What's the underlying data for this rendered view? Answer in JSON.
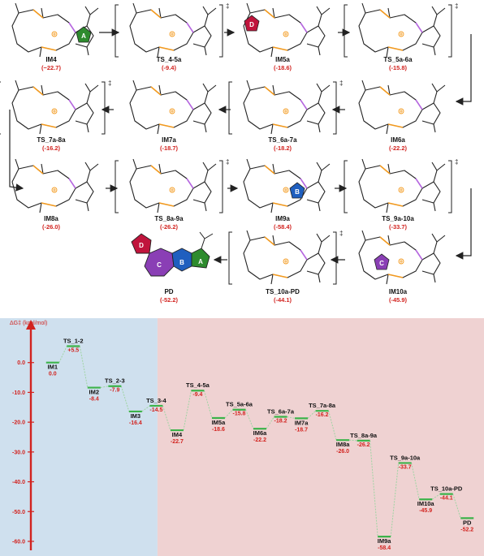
{
  "scheme": {
    "structures": [
      {
        "label": "IM4",
        "energy": "(−22.7)",
        "ts": false
      },
      {
        "label": "TS_4-5a",
        "energy": "(-9.4)",
        "ts": true
      },
      {
        "label": "IM5a",
        "energy": "(-18.6)",
        "ts": false
      },
      {
        "label": "TS_5a-6a",
        "energy": "(-15.8)",
        "ts": true
      },
      {
        "label": "IM6a",
        "energy": "(-22.2)",
        "ts": false
      },
      {
        "label": "TS_6a-7a",
        "energy": "(-18.2)",
        "ts": true
      },
      {
        "label": "IM7a",
        "energy": "(-18.7)",
        "ts": false
      },
      {
        "label": "TS_7a-8a",
        "energy": "(-16.2)",
        "ts": true
      },
      {
        "label": "IM8a",
        "energy": "(-26.0)",
        "ts": false
      },
      {
        "label": "TS_8a-9a",
        "energy": "(-26.2)",
        "ts": true
      },
      {
        "label": "IM9a",
        "energy": "(-58.4)",
        "ts": false
      },
      {
        "label": "TS_9a-10a",
        "energy": "(-33.7)",
        "ts": true
      },
      {
        "label": "IM10a",
        "energy": "(-45.9)",
        "ts": false
      },
      {
        "label": "TS_10a-PD",
        "energy": "(-44.1)",
        "ts": true
      },
      {
        "label": "PD",
        "energy": "(-52.2)",
        "ts": false
      }
    ],
    "ring_labels": {
      "a": "A",
      "b": "B",
      "c": "C",
      "d": "D"
    },
    "ts_mark": "‡",
    "colors": {
      "ring_a": "#2e8b2e",
      "ring_b": "#1f5fbf",
      "ring_c": "#8a3fb5",
      "ring_d": "#c0143c",
      "orange": "#f39a1e",
      "violet": "#b667e0"
    }
  },
  "chart_data": {
    "type": "energy-profile",
    "ylabel": "ΔG‡ (kcal/mol)",
    "yticks": [
      "0.0",
      "-10.0",
      "-20.0",
      "-30.0",
      "-40.0",
      "-50.0",
      "-60.0"
    ],
    "ylim": [
      -63,
      10
    ],
    "regions": [
      {
        "from": "IM1",
        "to": "IM4",
        "color": "#cfe0ee"
      },
      {
        "from": "IM4",
        "to": "PD",
        "color": "#efd2d2"
      }
    ],
    "line_color": "#9fd4a3",
    "level_color": "#3cb34a",
    "species": [
      {
        "name": "IM1",
        "value": 0.0,
        "label": "0.0"
      },
      {
        "name": "TS_1-2",
        "value": 5.5,
        "label": "+5.5"
      },
      {
        "name": "IM2",
        "value": -8.4,
        "label": "-8.4"
      },
      {
        "name": "TS_2-3",
        "value": -7.9,
        "label": "-7.9"
      },
      {
        "name": "IM3",
        "value": -16.4,
        "label": "-16.4"
      },
      {
        "name": "TS_3-4",
        "value": -14.5,
        "label": "-14.5"
      },
      {
        "name": "IM4",
        "value": -22.7,
        "label": "-22.7"
      },
      {
        "name": "TS_4-5a",
        "value": -9.4,
        "label": "-9.4"
      },
      {
        "name": "IM5a",
        "value": -18.6,
        "label": "-18.6"
      },
      {
        "name": "TS_5a-6a",
        "value": -15.8,
        "label": "-15.8"
      },
      {
        "name": "IM6a",
        "value": -22.2,
        "label": "-22.2"
      },
      {
        "name": "TS_6a-7a",
        "value": -18.2,
        "label": "-18.2"
      },
      {
        "name": "IM7a",
        "value": -18.7,
        "label": "-18.7"
      },
      {
        "name": "TS_7a-8a",
        "value": -16.2,
        "label": "-16.2"
      },
      {
        "name": "IM8a",
        "value": -26.0,
        "label": "-26.0"
      },
      {
        "name": "TS_8a-9a",
        "value": -26.2,
        "label": "-26.2"
      },
      {
        "name": "IM9a",
        "value": -58.4,
        "label": "-58.4"
      },
      {
        "name": "TS_9a-10a",
        "value": -33.7,
        "label": "-33.7"
      },
      {
        "name": "IM10a",
        "value": -45.9,
        "label": "-45.9"
      },
      {
        "name": "TS_10a-PD",
        "value": -44.1,
        "label": "-44.1"
      },
      {
        "name": "PD",
        "value": -52.2,
        "label": "-52.2"
      }
    ]
  }
}
